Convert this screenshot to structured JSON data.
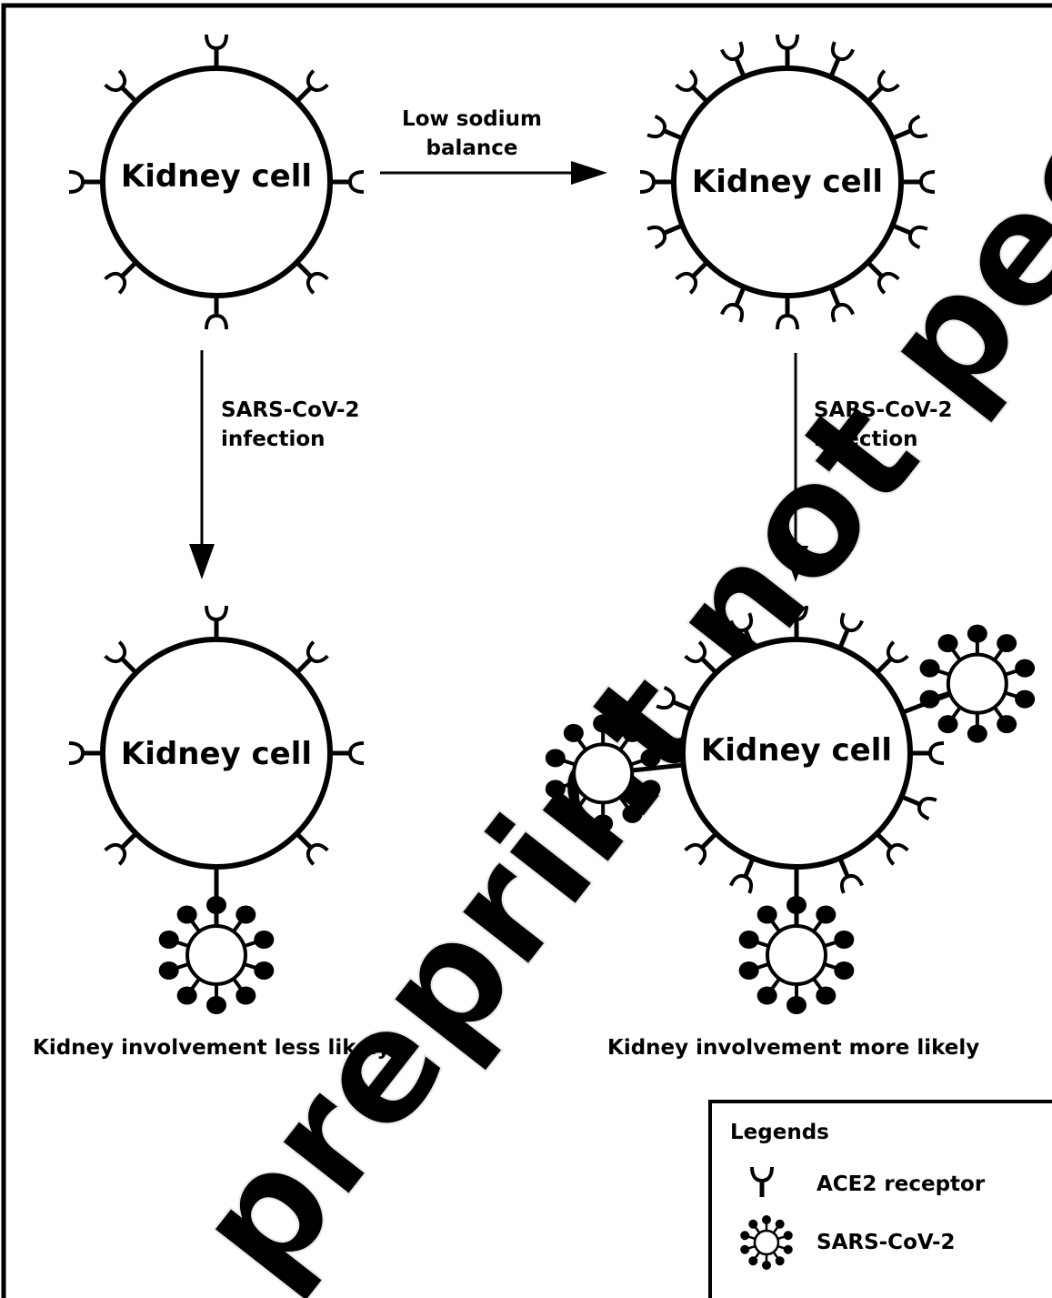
{
  "watermark": "preprint not peer reviewed",
  "cells": {
    "top_left": {
      "label": "Kidney cell"
    },
    "top_right": {
      "label": "Kidney cell"
    },
    "bottom_left": {
      "label": "Kidney cell"
    },
    "bottom_right": {
      "label": "Kidney cell"
    }
  },
  "arrows": {
    "horizontal": {
      "line1": "Low sodium",
      "line2": "balance"
    },
    "left_down": {
      "line1": "SARS-CoV-2",
      "line2": "infection"
    },
    "right_down": {
      "line1": "SARS-CoV-2",
      "line2": "infection"
    }
  },
  "outcomes": {
    "left": "Kidney involvement less likely",
    "right": "Kidney involvement more likely"
  },
  "legend": {
    "title": "Legends",
    "items": [
      {
        "icon": "ace2-receptor-icon",
        "label": "ACE2 receptor"
      },
      {
        "icon": "sars-cov-2-icon",
        "label": "SARS-CoV-2"
      }
    ]
  },
  "colors": {
    "stroke": "#000000",
    "background": "#ffffff",
    "watermark": "#e9e9e9"
  }
}
